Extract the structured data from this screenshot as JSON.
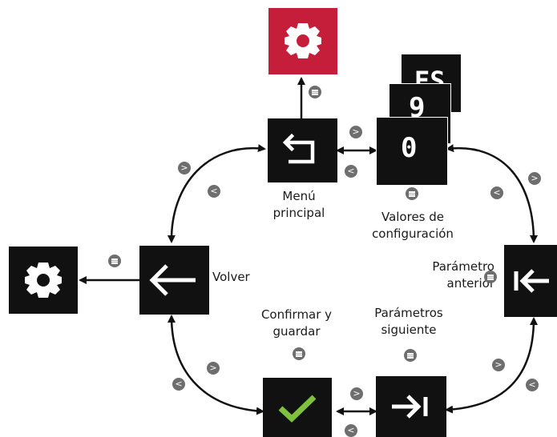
{
  "labels": {
    "menu_principal": [
      "Menú",
      "principal"
    ],
    "valores": [
      "Valores de",
      "configuración"
    ],
    "volver": "Volver",
    "parametro_anterior": [
      "Parámetro",
      "anterior"
    ],
    "confirmar": [
      "Confirmar y",
      "guardar"
    ],
    "parametros_siguiente": [
      "Parámetros",
      "siguiente"
    ]
  },
  "values_stack": [
    "ES",
    "9",
    "0"
  ],
  "buttons": {
    "next": ">",
    "prev": "<",
    "menu": "menu-icon"
  },
  "colors": {
    "settings_accent": "#c41e3a",
    "tile": "#111111",
    "check": "#7dc13c",
    "button": "#6e6e6e"
  },
  "icons": [
    "gear-icon",
    "back-return-icon",
    "arrow-left-icon",
    "skip-back-icon",
    "check-icon",
    "skip-forward-icon"
  ]
}
